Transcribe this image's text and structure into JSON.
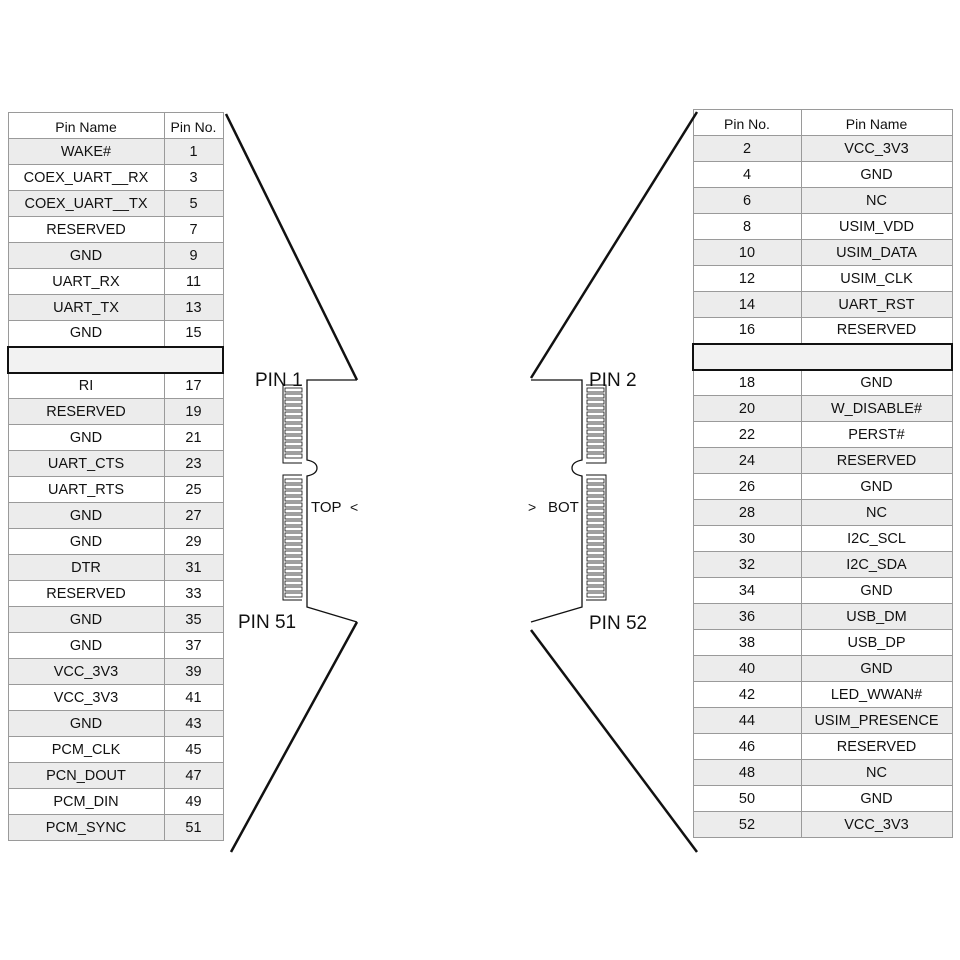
{
  "left_table": {
    "headers": [
      "Pin Name",
      "Pin No."
    ],
    "rows_top": [
      [
        "WAKE#",
        "1"
      ],
      [
        "COEX_UART__RX",
        "3"
      ],
      [
        "COEX_UART__TX",
        "5"
      ],
      [
        "RESERVED",
        "7"
      ],
      [
        "GND",
        "9"
      ],
      [
        "UART_RX",
        "11"
      ],
      [
        "UART_TX",
        "13"
      ],
      [
        "GND",
        "15"
      ]
    ],
    "rows_bottom": [
      [
        "RI",
        "17"
      ],
      [
        "RESERVED",
        "19"
      ],
      [
        "GND",
        "21"
      ],
      [
        "UART_CTS",
        "23"
      ],
      [
        "UART_RTS",
        "25"
      ],
      [
        "GND",
        "27"
      ],
      [
        "GND",
        "29"
      ],
      [
        "DTR",
        "31"
      ],
      [
        "RESERVED",
        "33"
      ],
      [
        "GND",
        "35"
      ],
      [
        "GND",
        "37"
      ],
      [
        "VCC_3V3",
        "39"
      ],
      [
        "VCC_3V3",
        "41"
      ],
      [
        "GND",
        "43"
      ],
      [
        "PCM_CLK",
        "45"
      ],
      [
        "PCN_DOUT",
        "47"
      ],
      [
        "PCM_DIN",
        "49"
      ],
      [
        "PCM_SYNC",
        "51"
      ]
    ]
  },
  "right_table": {
    "headers": [
      "Pin No.",
      "Pin Name"
    ],
    "rows_top": [
      [
        "2",
        "VCC_3V3"
      ],
      [
        "4",
        "GND"
      ],
      [
        "6",
        "NC"
      ],
      [
        "8",
        "USIM_VDD"
      ],
      [
        "10",
        "USIM_DATA"
      ],
      [
        "12",
        "USIM_CLK"
      ],
      [
        "14",
        "UART_RST"
      ],
      [
        "16",
        "RESERVED"
      ]
    ],
    "rows_bottom": [
      [
        "18",
        "GND"
      ],
      [
        "20",
        "W_DISABLE#"
      ],
      [
        "22",
        "PERST#"
      ],
      [
        "24",
        "RESERVED"
      ],
      [
        "26",
        "GND"
      ],
      [
        "28",
        "NC"
      ],
      [
        "30",
        "I2C_SCL"
      ],
      [
        "32",
        "I2C_SDA"
      ],
      [
        "34",
        "GND"
      ],
      [
        "36",
        "USB_DM"
      ],
      [
        "38",
        "USB_DP"
      ],
      [
        "40",
        "GND"
      ],
      [
        "42",
        "LED_WWAN#"
      ],
      [
        "44",
        "USIM_PRESENCE"
      ],
      [
        "46",
        "RESERVED"
      ],
      [
        "48",
        "NC"
      ],
      [
        "50",
        "GND"
      ],
      [
        "52",
        "VCC_3V3"
      ]
    ]
  },
  "connector": {
    "top": {
      "pin1": "PIN 1",
      "pin51": "PIN 51",
      "side": "TOP",
      "arrow": "<"
    },
    "bottom": {
      "pin2": "PIN 2",
      "pin52": "PIN 52",
      "side": "BOT",
      "arrow": ">"
    }
  }
}
